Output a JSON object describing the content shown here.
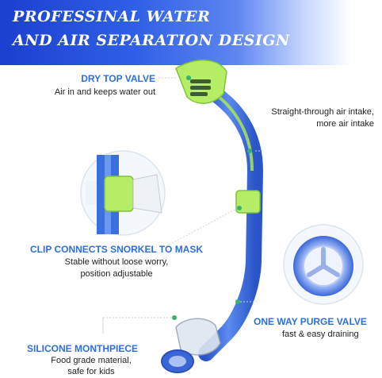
{
  "banner": {
    "line1": "PROFESSINAL WATER",
    "line2": "AND AIR SEPARATION DESIGN"
  },
  "features": {
    "dry_top": {
      "title": "DRY TOP VALVE",
      "desc": "Air in and keeps water out"
    },
    "airway": {
      "line1": "Straight-through air intake,",
      "line2": "more air intake"
    },
    "clip": {
      "title": "CLIP CONNECTS SNORKEL TO MASK",
      "line1": "Stable without loose worry,",
      "line2": "position adjustable"
    },
    "purge": {
      "title": "ONE WAY PURGE VALVE",
      "desc": "fast & easy draining"
    },
    "mouthpiece": {
      "title": "SILICONE MONTHPIECE",
      "line1": "Food grade material,",
      "line2": "safe for kids"
    }
  },
  "colors": {
    "accent": "#2d6fdc",
    "tube": "#3a6fe0",
    "green": "#a8e65a"
  }
}
